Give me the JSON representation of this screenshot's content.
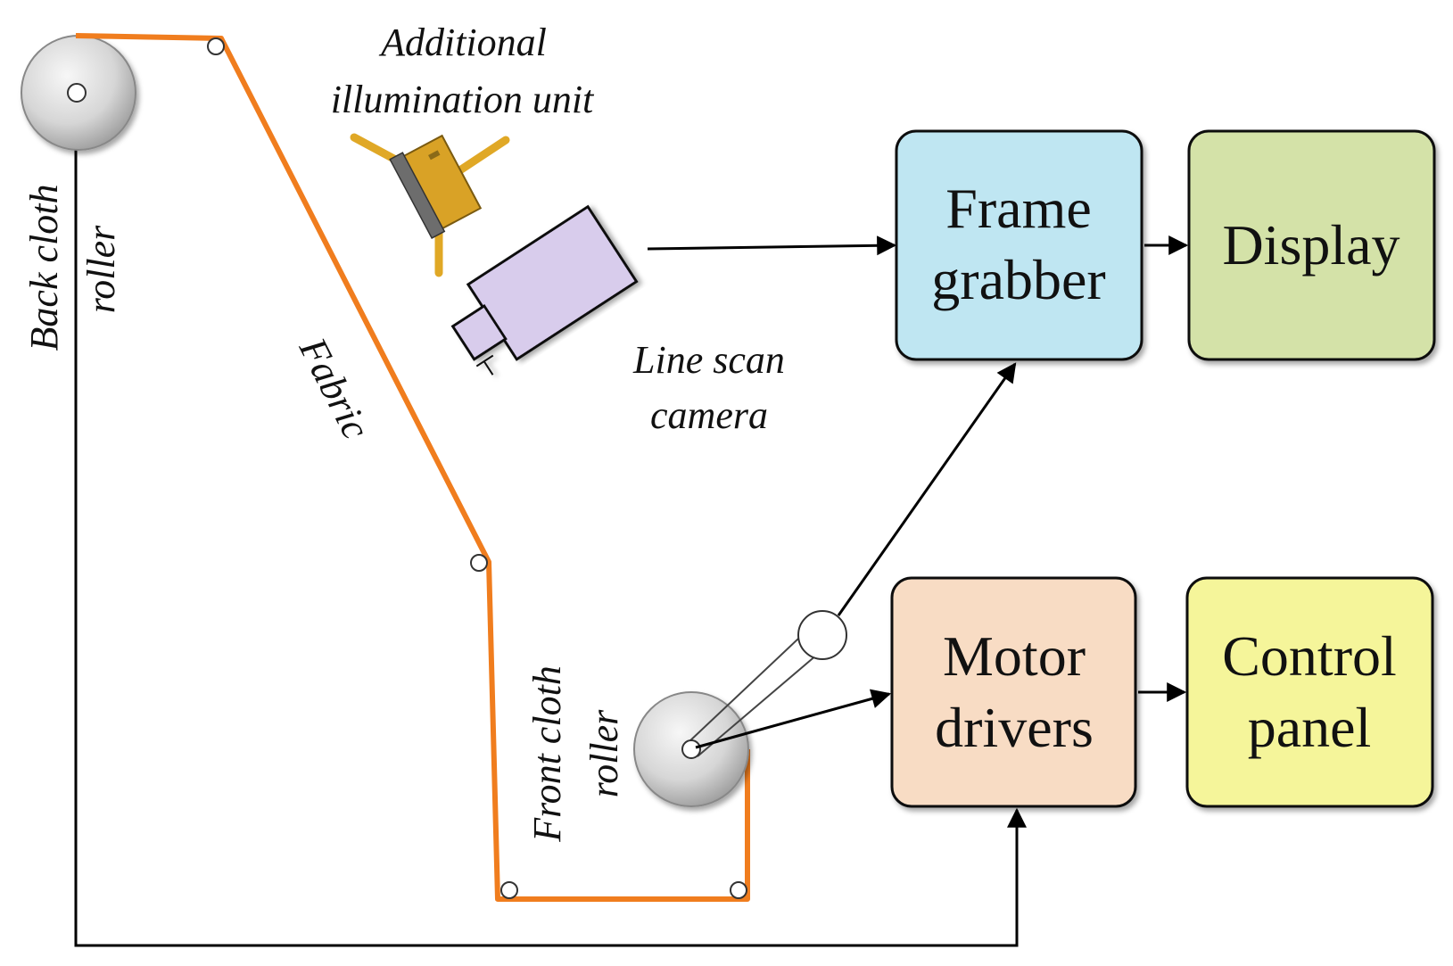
{
  "labels": {
    "back_cloth_roller_line1": "Back cloth",
    "back_cloth_roller_line2": "roller",
    "illumination_line1": "Additional",
    "illumination_line2": "illumination unit",
    "fabric": "Fabric",
    "camera_line1": "Line scan",
    "camera_line2": "camera",
    "front_cloth_roller_line1": "Front cloth",
    "front_cloth_roller_line2": "roller"
  },
  "boxes": {
    "frame_grabber": {
      "line1": "Frame",
      "line2": "grabber",
      "color": "#bfe6f2"
    },
    "display": {
      "line1": "Display",
      "color": "#d4e2a8"
    },
    "motor_drivers": {
      "line1": "Motor",
      "line2": "drivers",
      "color": "#f8dcc4"
    },
    "control_panel": {
      "line1": "Control",
      "line2": "panel",
      "color": "#f5f59a"
    }
  },
  "colors": {
    "fabric": "#f07d1e",
    "line": "#000000",
    "roller": "#d9d9d9",
    "camera": "#d8ccec",
    "lamp": "#e0a826"
  }
}
